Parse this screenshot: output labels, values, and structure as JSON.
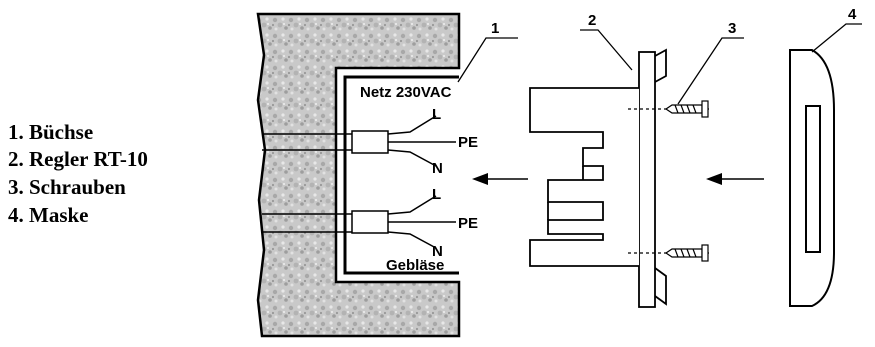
{
  "legend": [
    "1. Büchse",
    "2. Regler RT-10",
    "3. Schrauben",
    "4. Maske"
  ],
  "labels": {
    "supply": "Netz 230VAC",
    "fan": "Gebläse",
    "wire_l": "L",
    "wire_pe": "PE",
    "wire_n": "N"
  },
  "callouts": [
    "1",
    "2",
    "3",
    "4"
  ]
}
